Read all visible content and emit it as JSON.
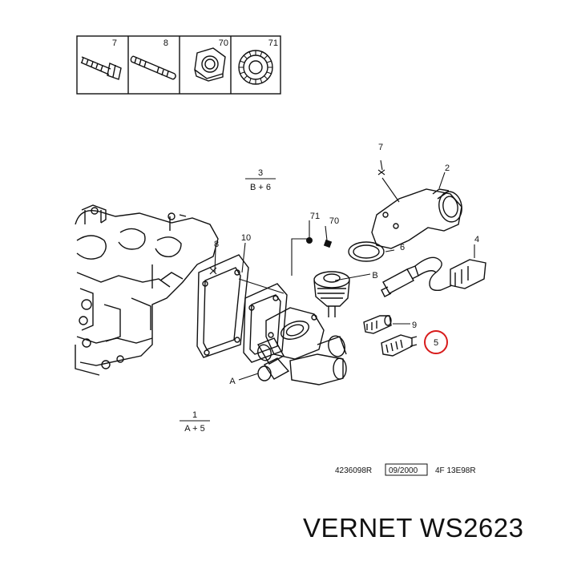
{
  "legend": {
    "cells": [
      "7",
      "8",
      "70",
      "71"
    ]
  },
  "callouts": {
    "ref_3": "3",
    "ref_b6": "B + 6",
    "ref_1": "1",
    "ref_a5": "A + 5",
    "p7_top": "7",
    "p2": "2",
    "p71": "71",
    "p70": "70",
    "p8": "8",
    "p10": "10",
    "p6": "6",
    "p4": "4",
    "pB": "B",
    "p9": "9",
    "p5": "5",
    "pA": "A"
  },
  "footer": {
    "ref_code": "4236098R",
    "date": "09/2000",
    "code2": "4F 13E98R"
  },
  "brand_line": "VERNET WS2623",
  "highlight_color": "#d81b1b"
}
